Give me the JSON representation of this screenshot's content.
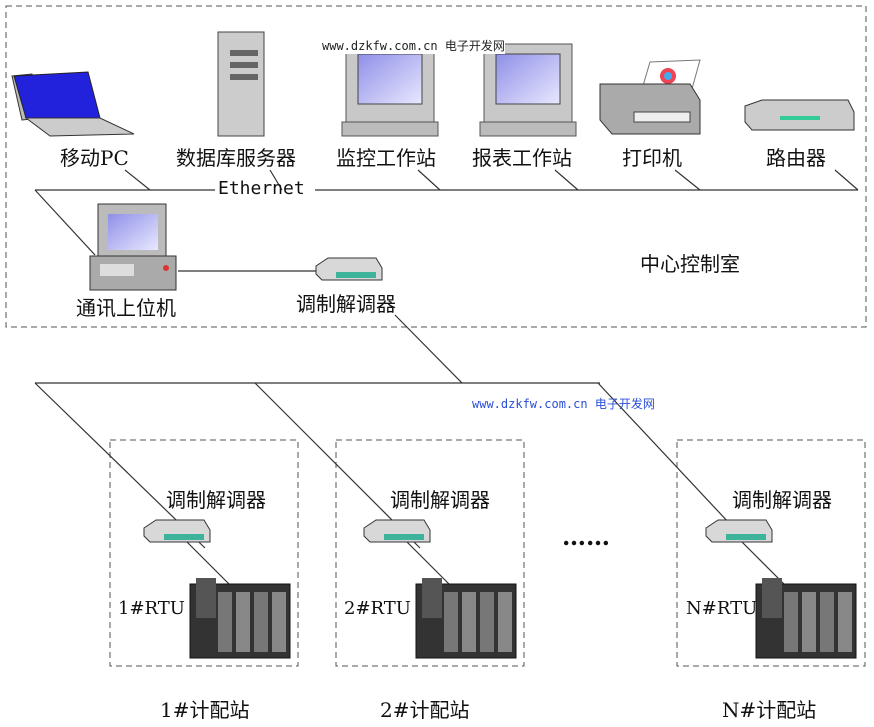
{
  "watermark": {
    "url": "www.dzkfw.com.cn",
    "site": "电子开发网",
    "color_top": "#222222",
    "color_mid": "#2a4fd8"
  },
  "control_room": {
    "title": "中心控制室",
    "network": "Ethernet",
    "devices": [
      {
        "label": "移动PC",
        "icon": "laptop-icon"
      },
      {
        "label": "数据库服务器",
        "icon": "server-icon"
      },
      {
        "label": "监控工作站",
        "icon": "monitor-workstation-icon"
      },
      {
        "label": "报表工作站",
        "icon": "monitor-workstation-icon"
      },
      {
        "label": "打印机",
        "icon": "printer-icon"
      },
      {
        "label": "路由器",
        "icon": "router-icon"
      }
    ],
    "host": {
      "label": "通讯上位机",
      "icon": "desktop-pc-icon"
    },
    "modem": {
      "label": "调制解调器",
      "icon": "modem-icon"
    }
  },
  "stations": [
    {
      "name": "1#计配站",
      "modem": "调制解调器",
      "rtu": "1#RTU"
    },
    {
      "name": "2#计配站",
      "modem": "调制解调器",
      "rtu": "2#RTU"
    },
    {
      "name": "N#计配站",
      "modem": "调制解调器",
      "rtu": "N#RTU"
    }
  ],
  "ellipsis": "……"
}
